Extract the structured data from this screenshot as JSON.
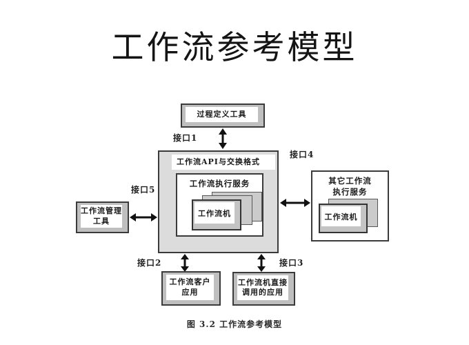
{
  "page": {
    "title": "工作流参考模型",
    "caption": "图 3.2 工作流参考模型"
  },
  "nodes": {
    "process_definition_tool": {
      "label": "过程定义工具"
    },
    "api_bar": {
      "label": "工作流API与交换格式"
    },
    "execution_service": {
      "label": "工作流执行服务"
    },
    "workflow_engine": {
      "label": "工作流机"
    },
    "other_execution_service": {
      "line1": "其它工作流",
      "line2": "执行服务"
    },
    "other_workflow_engine": {
      "label": "工作流机"
    },
    "management_tool": {
      "line1": "工作流管理",
      "line2": "工具"
    },
    "client_app": {
      "line1": "工作流客户",
      "line2": "应用"
    },
    "invoked_app": {
      "line1": "工作流机直接",
      "line2": "调用的应用"
    }
  },
  "interfaces": {
    "interface1": "接口1",
    "interface2": "接口2",
    "interface3": "接口3",
    "interface4": "接口4",
    "interface5": "接口5"
  },
  "colors": {
    "background": "#ffffff",
    "box_border": "#3a3a3a",
    "panel_fill": "#dcdcdc",
    "frame_gray": "#bfbfbf",
    "stack_gray": "#cbcbcb",
    "text": "#1a1a1a",
    "arrow": "#111111"
  }
}
